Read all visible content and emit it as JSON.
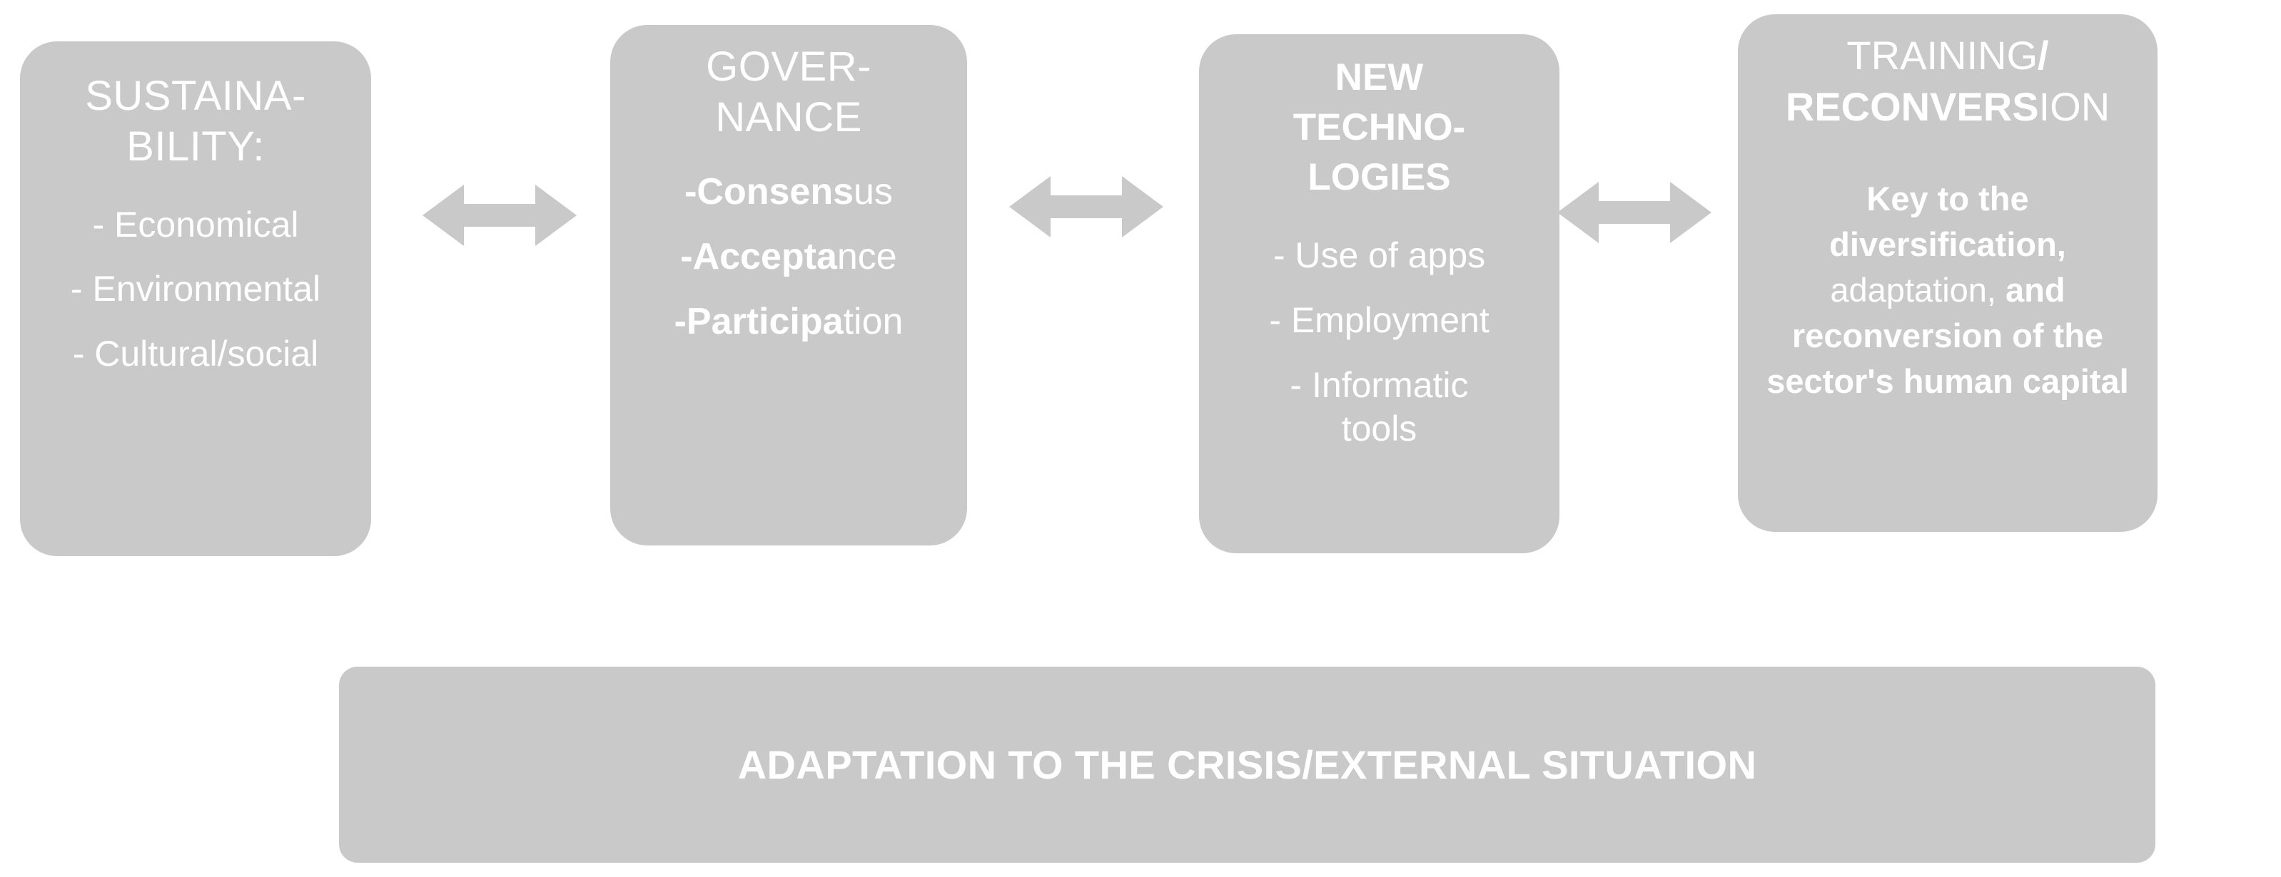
{
  "diagram": {
    "accent_color": "#c9c9c9",
    "text_color": "#ffffff",
    "background_color": "#ffffff",
    "nodes": [
      {
        "id": "sustainability",
        "title": "SUSTAINA-\nBILITY:",
        "bullets": [
          "- Economical",
          "- Environmental",
          "- Cultural/social"
        ]
      },
      {
        "id": "governance",
        "title": "GOVER-\nNANCE",
        "bullets_rich": [
          {
            "bold": "-Consens",
            "plain": "us"
          },
          {
            "bold": "-Accepta",
            "plain": "nce"
          },
          {
            "bold": "-Participa",
            "plain": "tion"
          }
        ]
      },
      {
        "id": "new-technologies",
        "title": "NEW\nTECHNO-\nLOGIES",
        "bullets": [
          "- Use of apps",
          "-  Employment",
          "- Informatic\ntools"
        ]
      },
      {
        "id": "training-reconversion",
        "title_plain_1": "TRAINING",
        "title_bold_1": "/",
        "title_bold_2": "RECONVERS",
        "title_plain_2": "ION",
        "body_bold_1": "Key to the diversification,",
        "body_plain_1": " adaptation, ",
        "body_bold_2": "and reconversion of the sector's human capital"
      }
    ],
    "arrows": [
      {
        "id": "arrow-sustainability-governance",
        "kind": "double-arrow-icon"
      },
      {
        "id": "arrow-governance-technologies",
        "kind": "double-arrow-icon"
      },
      {
        "id": "arrow-technologies-training",
        "kind": "double-arrow-icon"
      }
    ],
    "banner": {
      "text": "ADAPTATION TO THE CRISIS/EXTERNAL SITUATION"
    }
  }
}
